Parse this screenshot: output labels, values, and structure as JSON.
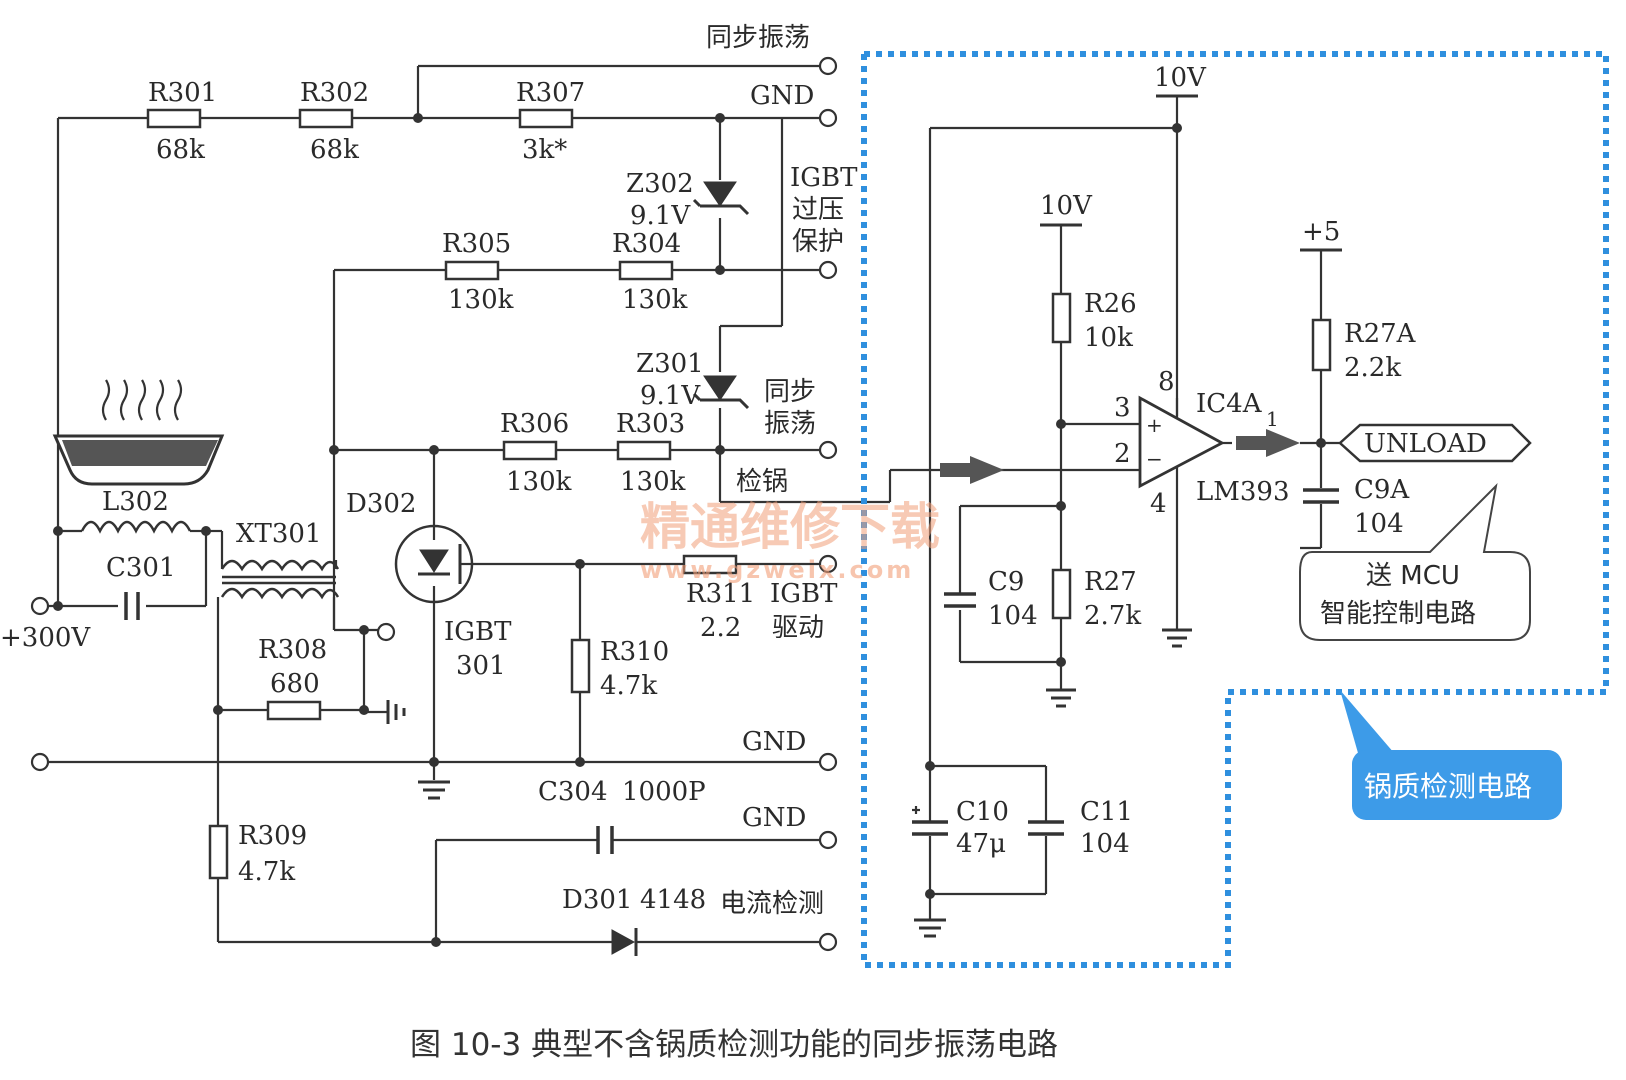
{
  "caption": "图 10-3   典型不含锅质检测功能的同步振荡电路",
  "watermark": {
    "cn": "精通维修下载",
    "url": "www.gzweix.com"
  },
  "callout": "锅质检测电路",
  "mcu_note": {
    "line1": "送 MCU",
    "line2": "智能控制电路"
  },
  "unload": "UNLOAD",
  "terminals": {
    "sync_osc_top": "同步振荡",
    "gnd1": "GND",
    "igbt_ovp_1": "IGBT",
    "igbt_ovp_2": "过压",
    "igbt_ovp_3": "保护",
    "sync_osc_mid_1": "同步",
    "sync_osc_mid_2": "振荡",
    "pan_detect": "检锅",
    "igbt_drive_1": "IGBT",
    "igbt_drive_2": "驱动",
    "gnd2": "GND",
    "gnd3": "GND",
    "current_detect": "电流检测",
    "v300": "+300V"
  },
  "components": {
    "R301": {
      "ref": "R301",
      "value": "68k"
    },
    "R302": {
      "ref": "R302",
      "value": "68k"
    },
    "R307": {
      "ref": "R307",
      "value": "3k*"
    },
    "Z302": {
      "ref": "Z302",
      "value": "9.1V"
    },
    "R305": {
      "ref": "R305",
      "value": "130k"
    },
    "R304": {
      "ref": "R304",
      "value": "130k"
    },
    "Z301": {
      "ref": "Z301",
      "value": "9.1V"
    },
    "R306": {
      "ref": "R306",
      "value": "130k"
    },
    "R303": {
      "ref": "R303",
      "value": "130k"
    },
    "L302": {
      "ref": "L302"
    },
    "C301": {
      "ref": "C301"
    },
    "XT301": {
      "ref": "XT301"
    },
    "D302": {
      "ref": "D302"
    },
    "IGBT301": {
      "ref": "IGBT",
      "value": "301"
    },
    "R311": {
      "ref": "R311",
      "value": "2.2"
    },
    "R308": {
      "ref": "R308",
      "value": "680"
    },
    "R310": {
      "ref": "R310",
      "value": "4.7k"
    },
    "R309": {
      "ref": "R309",
      "value": "4.7k"
    },
    "C304": {
      "ref": "C304",
      "value": "1000P"
    },
    "D301": {
      "ref": "D301",
      "value": "4148"
    },
    "R26": {
      "ref": "R26",
      "value": "10k"
    },
    "R27": {
      "ref": "R27",
      "value": "2.7k"
    },
    "C9": {
      "ref": "C9",
      "value": "104"
    },
    "C10": {
      "ref": "C10",
      "value": "47μ"
    },
    "C11": {
      "ref": "C11",
      "value": "104"
    },
    "IC4A": {
      "ref": "IC4A",
      "part": "LM393",
      "pin8": "8",
      "pin3": "3",
      "pin2": "2",
      "pin4": "4",
      "pin1": "1",
      "plus": "+",
      "minus": "−"
    },
    "R27A": {
      "ref": "R27A",
      "value": "2.2k"
    },
    "C9A": {
      "ref": "C9A",
      "value": "104"
    }
  },
  "rails": {
    "v10a": "10V",
    "v10b": "10V",
    "v5": "+5"
  },
  "colors": {
    "accent_blue": "#2f8fde",
    "callout_blue": "#3d9be8",
    "watermark": "#f2a07a",
    "ink": "#333333"
  }
}
